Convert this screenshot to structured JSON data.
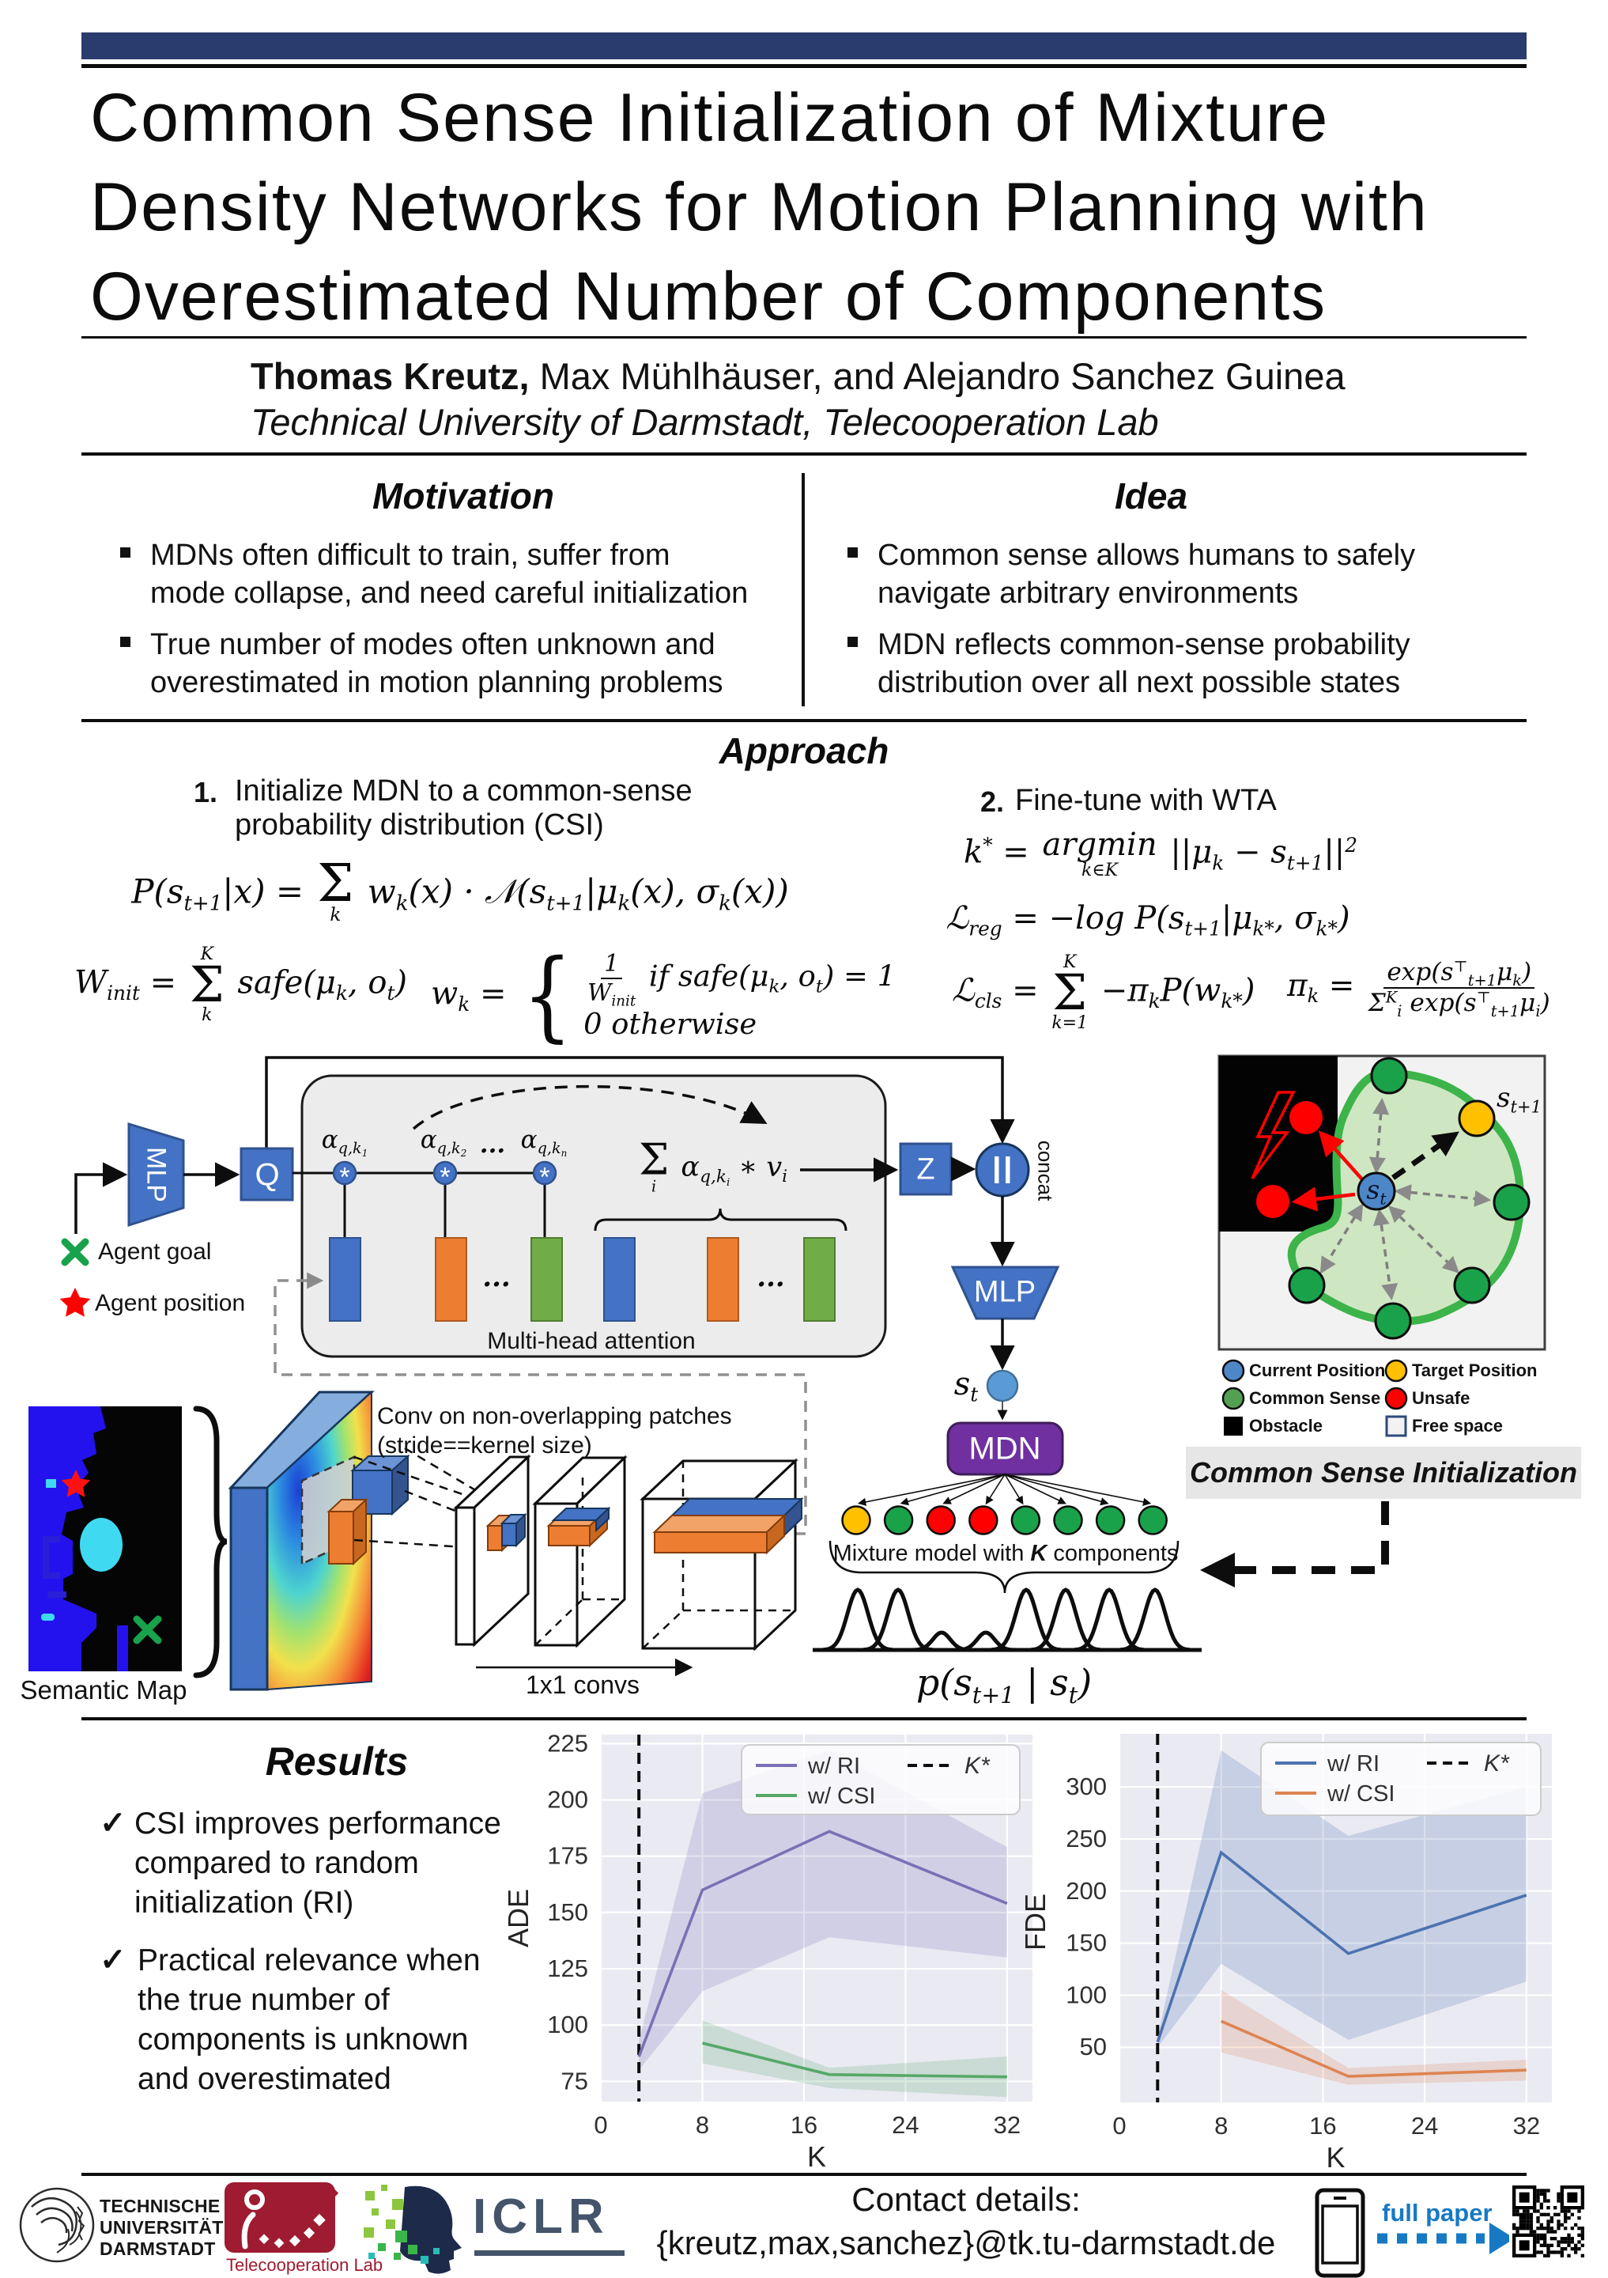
{
  "palette": {
    "navy_bar": "#2a3b6e",
    "box_blue": "#4472c4",
    "box_blue_border": "#2f528f",
    "orange": "#ed7d31",
    "green": "#70ad47",
    "purple_mdn": "#7030a0",
    "st_blue": "#5b9bd5",
    "mix_green": "#1aa24a",
    "mix_yellow": "#ffc000",
    "mix_red": "#ff0000",
    "plot_bg": "#eaeaf2",
    "tk_red": "#9e1b31",
    "iclr_slate": "#44546a",
    "link_blue": "#1779c4"
  },
  "header": {
    "title_lines": [
      "Common Sense Initialization of Mixture",
      "Density Networks for Motion Planning with",
      "Overestimated Number of Components"
    ],
    "authors_bold": "Thomas Kreutz,",
    "authors_rest": " Max Mühlhäuser, and Alejandro Sanchez Guinea",
    "affiliation": "Technical University of Darmstadt, Telecooperation Lab"
  },
  "motivation": {
    "heading": "Motivation",
    "bullets": [
      {
        "lines": [
          "MDNs often difficult to train, suffer from",
          "mode collapse, and need careful initialization"
        ]
      },
      {
        "lines": [
          "True number of modes often unknown and",
          "overestimated in motion planning problems"
        ]
      }
    ]
  },
  "idea": {
    "heading": "Idea",
    "bullets": [
      {
        "lines": [
          "Common sense allows humans to safely",
          "navigate arbitrary environments"
        ]
      },
      {
        "lines": [
          "MDN reflects common-sense probability",
          "distribution over all next possible states"
        ]
      }
    ]
  },
  "approach": {
    "heading": "Approach",
    "step1_num": "1.",
    "step1_lines": [
      "Initialize MDN to a common-sense",
      "probability distribution (CSI)"
    ],
    "step2_num": "2.",
    "step2_text": "Fine-tune with WTA",
    "formulas": {
      "mixture": "P(s_{t+1}|x) = SUM[ |k] w_{k}(x) · 𝒩(s_{t+1}|μ_{k}(x), σ_{k}(x))",
      "winit": "W_{init} = SUM[K|k] safe(μ_{k}, o_{t})",
      "wk": "w_{k} = CASES[FRAC[1|W_{init}]  if  safe(μ_{k}, o_{t}) = 1| 0  otherwise]",
      "kstar": "k^{*} = UNDER[argmin|k∈K] ||μ_{k} − s_{t+1}||^{2}",
      "lreg": "ℒ_{reg} = −log P(s_{t+1}|μ_{k*}, σ_{k*})",
      "lcls": "ℒ_{cls} = SUM[K|k=1] −π_{k}P(w_{k*})",
      "pik": "π_{k} = FRAC[exp(s^{⊤}_{t+1}μ_{k})|Σ^{K}_{i} exp(s^{⊤}_{t+1}μ_{i})]"
    }
  },
  "diagram": {
    "mlp1": "MLP",
    "q": "Q",
    "alpha1": "α_{q,k_{1}}",
    "alpha2": "α_{q,k_{2}}",
    "dots": "...",
    "alphan": "α_{q,k_{n}}",
    "sum_formula": "SUM[ |i] α_{q,k_{i}} ∗ v_{i}",
    "mha_label": "Multi-head attention",
    "z": "Z",
    "concat_sym": "||",
    "concat": "concat",
    "mlp2": "MLP",
    "st": "s_{t}",
    "mdn": "MDN",
    "agent_goal": "Agent goal",
    "agent_position": "Agent position",
    "semantic_map": "Semantic Map",
    "conv_label_1": "Conv on non-overlapping patches",
    "conv_label_2": "(stride==kernel size)",
    "conv_1x1": "1x1 convs",
    "mixture_brace": [
      "Mixture model with ",
      "K",
      " components"
    ],
    "mixture_components": [
      "target",
      "safe",
      "unsafe",
      "unsafe",
      "safe",
      "safe",
      "safe",
      "safe"
    ],
    "gauss_peaks": [
      {
        "x": 1085,
        "h": 76,
        "w": 13
      },
      {
        "x": 1136,
        "h": 76,
        "w": 13
      },
      {
        "x": 1191,
        "h": 22,
        "w": 11
      },
      {
        "x": 1247,
        "h": 22,
        "w": 11
      },
      {
        "x": 1298,
        "h": 76,
        "w": 13
      },
      {
        "x": 1348,
        "h": 76,
        "w": 13
      },
      {
        "x": 1403,
        "h": 76,
        "w": 13
      },
      {
        "x": 1461,
        "h": 76,
        "w": 13
      }
    ],
    "p_dist": "p(s_{t+1} | s_{t})",
    "cs_st": "s_{t}",
    "cs_st1": "s_{t+1}",
    "cs_legend": [
      {
        "label": "Current Position",
        "marker": "circle",
        "color": "#4d87c8"
      },
      {
        "label": "Target Position",
        "marker": "circle",
        "color": "#ffc000"
      },
      {
        "label": "Common Sense",
        "marker": "circle",
        "color": "#52a152"
      },
      {
        "label": "Unsafe",
        "marker": "circle",
        "color": "#ff0000"
      },
      {
        "label": "Obstacle",
        "marker": "square",
        "color": "#000000"
      },
      {
        "label": "Free space",
        "marker": "square-outline",
        "color": "#f2f2f2"
      }
    ],
    "csi_label": "Common Sense Initialization"
  },
  "results": {
    "heading": "Results",
    "bullets": [
      {
        "check": "✓",
        "lines": [
          "CSI improves performance",
          "compared to random",
          "initialization (RI)"
        ]
      },
      {
        "check": "✓",
        "lines": [
          "Practical relevance when",
          "the true number of",
          "components is unknown",
          "and overestimated"
        ]
      }
    ]
  },
  "chart_data": [
    {
      "type": "line",
      "title": "",
      "xlabel": "K",
      "ylabel": "ADE",
      "xlim": [
        0,
        34
      ],
      "ylim": [
        66,
        229
      ],
      "x_ticks": [
        0,
        8,
        16,
        24,
        32
      ],
      "y_ticks": [
        75,
        100,
        125,
        150,
        175,
        200,
        225
      ],
      "vline": {
        "x": 3,
        "label": "K*"
      },
      "grid": true,
      "legend_position": "upper right",
      "series": [
        {
          "name": "w/ RI",
          "color": "#7a70b5",
          "x": [
            3,
            8,
            18,
            32
          ],
          "y": [
            86,
            160,
            186,
            154
          ],
          "lower": [
            80,
            115,
            139,
            130
          ],
          "upper": [
            93,
            203,
            222,
            179
          ]
        },
        {
          "name": "w/ CSI",
          "color": "#55a868",
          "x": [
            8,
            18,
            32
          ],
          "y": [
            92,
            78,
            77
          ],
          "lower": [
            83,
            72,
            68
          ],
          "upper": [
            102,
            81,
            86
          ]
        }
      ]
    },
    {
      "type": "line",
      "title": "",
      "xlabel": "K",
      "ylabel": "FDE",
      "xlim": [
        0,
        34
      ],
      "ylim": [
        -3,
        351
      ],
      "x_ticks": [
        0,
        8,
        16,
        24,
        32
      ],
      "y_ticks": [
        50,
        100,
        150,
        200,
        250,
        300
      ],
      "vline": {
        "x": 3,
        "label": "K*"
      },
      "grid": true,
      "legend_position": "upper right",
      "series": [
        {
          "name": "w/ RI",
          "color": "#4c72b0",
          "x": [
            3,
            8,
            18,
            32
          ],
          "y": [
            55,
            237,
            140,
            196
          ],
          "lower": [
            50,
            130,
            57,
            113
          ],
          "upper": [
            60,
            335,
            253,
            300
          ]
        },
        {
          "name": "w/ CSI",
          "color": "#dd8452",
          "x": [
            8,
            18,
            32
          ],
          "y": [
            75,
            22,
            28
          ],
          "lower": [
            45,
            14,
            18
          ],
          "upper": [
            105,
            30,
            38
          ]
        }
      ]
    }
  ],
  "footer": {
    "tud_lines": [
      "TECHNISCHE",
      "UNIVERSITÄT",
      "DARMSTADT"
    ],
    "tk_label": "Telecooperation Lab",
    "iclr": "ICLR",
    "contact_heading": "Contact details:",
    "contact_email": "{kreutz,max,sanchez}@tk.tu-darmstadt.de",
    "full_paper": "full paper"
  }
}
